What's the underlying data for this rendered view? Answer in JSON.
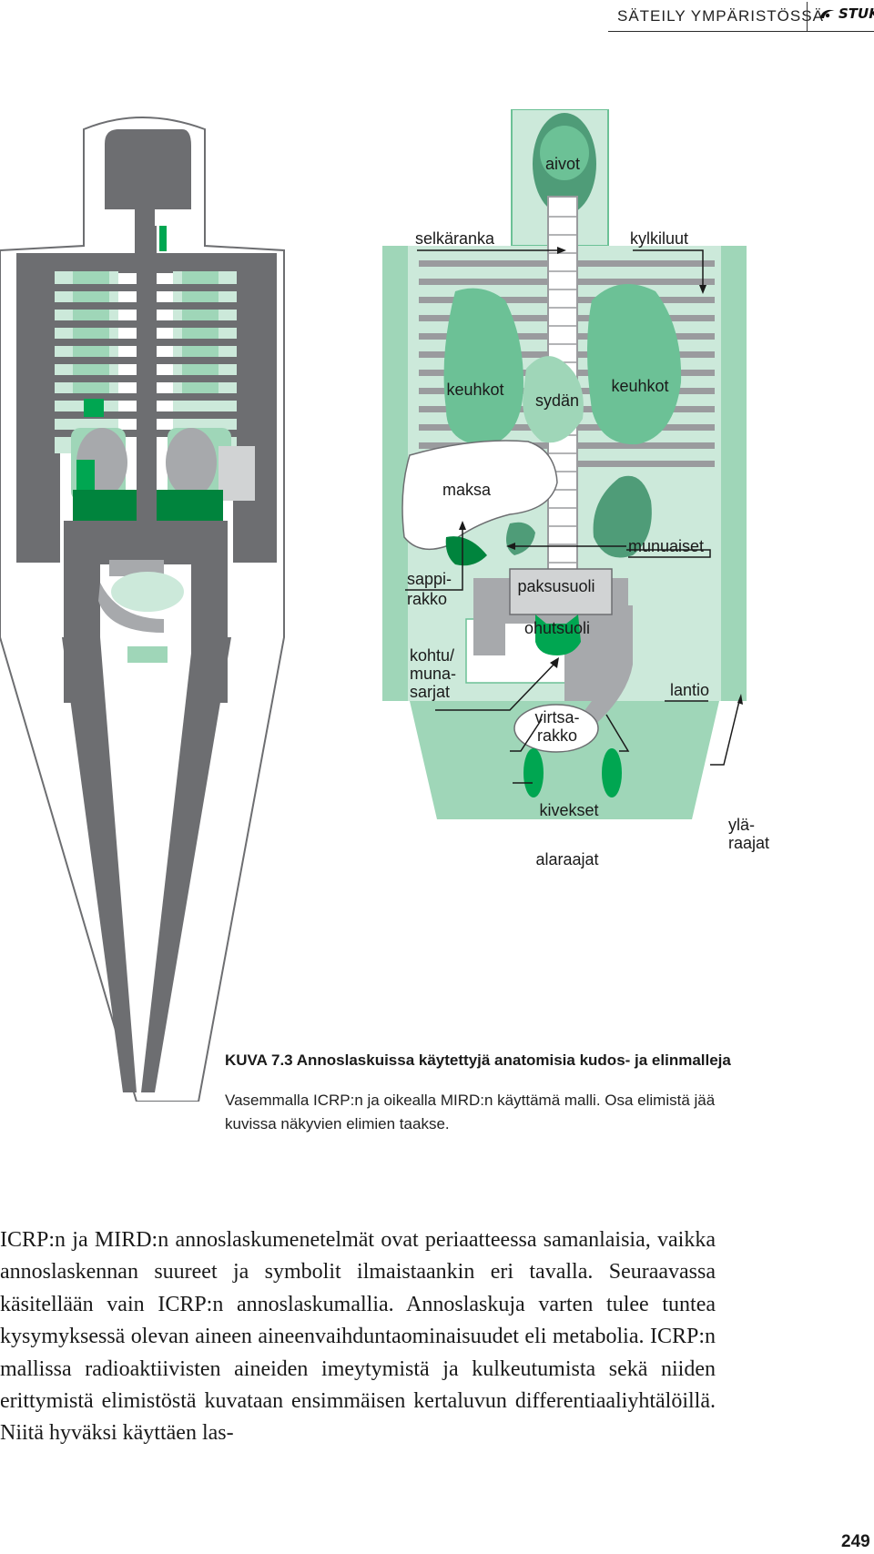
{
  "header": {
    "section": "SÄTEILY YMPÄRISTÖSSÄ",
    "logo_text": "STUK"
  },
  "labels": {
    "aivot": "aivot",
    "selkaranka": "selkäranka",
    "kylkiluut": "kylkiluut",
    "keuhkot_left": "keuhkot",
    "sydan": "sydän",
    "keuhkot_right": "keuhkot",
    "maksa": "maksa",
    "munuaiset": "munuaiset",
    "sappi_1": "sappi-",
    "sappi_2": "rakko",
    "paksusuoli": "paksusuoli",
    "ohutsuoli": "ohutsuoli",
    "kohtu_1": "kohtu/",
    "kohtu_2": "muna-",
    "kohtu_3": "sarjat",
    "lantio": "lantio",
    "virtsa_1": "virtsa-",
    "virtsa_2": "rakko",
    "kivekset": "kivekset",
    "yla_1": "ylä-",
    "yla_2": "raajat",
    "alaraajat": "alaraajat"
  },
  "caption": {
    "title": "KUVA 7.3 Annoslaskuissa käytettyjä anatomisia kudos- ja elinmalleja",
    "text": "Vasemmalla ICRP:n ja oikealla MIRD:n käyttämä malli. Osa elimistä jää kuvissa näkyvien elimien taakse."
  },
  "body_text": "ICRP:n ja MIRD:n annoslaskumenetelmät ovat periaatteessa samanlaisia, vaikka annoslaskennan suureet ja symbolit ilmaistaankin eri tavalla. Seuraavassa käsitellään vain ICRP:n annoslaskumallia. Annoslaskuja varten tulee tuntea kysymyksessä olevan aineen aineenvaihduntaominaisuudet eli metabolia. ICRP:n mallissa radioaktiivisten aineiden imeytymistä ja kulkeutumista sekä niiden erittymistä elimistöstä kuvataan ensimmäisen kertaluvun differentiaaliyhtälöillä. Niitä hyväksi käyttäen las-",
  "page_number": "249",
  "colors": {
    "gray_dark": "#6d6e71",
    "gray_mid": "#a7a9ac",
    "green_light": "#cce9da",
    "green_mid": "#9fd6b8",
    "green": "#6cc196",
    "green_dark": "#4f9c78",
    "green_vivid": "#00a651"
  }
}
